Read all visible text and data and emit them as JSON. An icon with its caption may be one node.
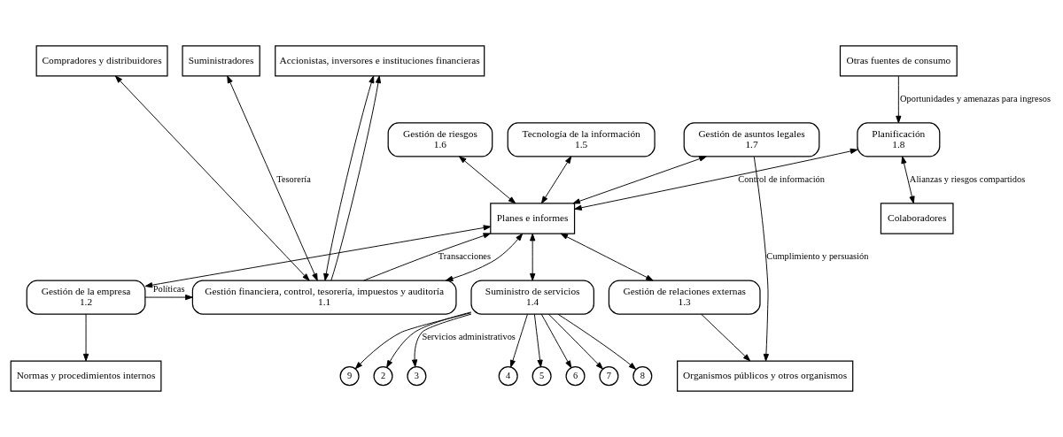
{
  "diagram": {
    "nodes": [
      {
        "text": [
          "Compradores y distribuidores"
        ]
      },
      {
        "text": [
          "Suministradores"
        ]
      },
      {
        "text": [
          "Accionistas, inversores e instituciones financieras"
        ]
      },
      {
        "text": [
          "Normas y procedimientos internos"
        ]
      },
      {
        "text": [
          "Organismos públicos y otros organismos"
        ]
      },
      {
        "text": [
          "2"
        ]
      },
      {
        "text": [
          "3"
        ]
      },
      {
        "text": [
          "4"
        ]
      },
      {
        "text": [
          "5"
        ]
      },
      {
        "text": [
          "6"
        ]
      },
      {
        "text": [
          "7"
        ]
      },
      {
        "text": [
          "8"
        ]
      },
      {
        "text": [
          "9"
        ]
      },
      {
        "text": [
          "Gestión financiera, control, tesorería, impuestos y auditoría",
          "1.1"
        ]
      },
      {
        "text": [
          "Gestión de la empresa",
          "1.2"
        ]
      },
      {
        "text": [
          "Gestión de relaciones externas",
          "1.3"
        ]
      },
      {
        "text": [
          "Suministro de servicios",
          "1.4"
        ]
      },
      {
        "text": [
          "Otras fuentes de consumo"
        ]
      },
      {
        "text": [
          "Tecnología de la información",
          "1.5"
        ]
      },
      {
        "text": [
          "Gestión de riesgos",
          "1.6"
        ]
      },
      {
        "text": [
          "Gestión de asuntos legales",
          "1.7"
        ]
      },
      {
        "text": [
          "Planificación",
          "1.8"
        ]
      },
      {
        "text": [
          "Colaboradores"
        ]
      },
      {
        "text": [
          "Planes e informes"
        ]
      }
    ],
    "edges": [
      {
        "from": 13,
        "to": 0,
        "arrow": "both"
      },
      {
        "from": 13,
        "to": 1,
        "arrow": "both",
        "label": "Tesorería"
      },
      {
        "from": 13,
        "to": 2,
        "arrow": "both"
      },
      {
        "from": 13,
        "to": 2,
        "arrow": "to"
      },
      {
        "from": 13,
        "to": 23,
        "arrow": "to",
        "label": "Transacciones"
      },
      {
        "from": 14,
        "to": 3,
        "arrow": "to"
      },
      {
        "from": 14,
        "to": 13,
        "arrow": "to",
        "label": "Políticas"
      },
      {
        "from": 15,
        "to": 4,
        "arrow": "to"
      },
      {
        "from": 20,
        "to": 4,
        "arrow": "to",
        "label": "Cumplimiento y persuasión"
      },
      {
        "from": 16,
        "to": 5,
        "arrow": "to"
      },
      {
        "from": 16,
        "to": 6,
        "arrow": "to",
        "label": "Servicios administrativos"
      },
      {
        "from": 16,
        "to": 7,
        "arrow": "to"
      },
      {
        "from": 16,
        "to": 8,
        "arrow": "to"
      },
      {
        "from": 16,
        "to": 9,
        "arrow": "to"
      },
      {
        "from": 16,
        "to": 10,
        "arrow": "to"
      },
      {
        "from": 16,
        "to": 11,
        "arrow": "to"
      },
      {
        "from": 16,
        "to": 12,
        "arrow": "to"
      },
      {
        "from": 23,
        "to": 13,
        "arrow": "both"
      },
      {
        "from": 23,
        "to": 14,
        "arrow": "both"
      },
      {
        "from": 23,
        "to": 15,
        "arrow": "both"
      },
      {
        "from": 23,
        "to": 16,
        "arrow": "both"
      },
      {
        "from": 23,
        "to": 18,
        "arrow": "both"
      },
      {
        "from": 23,
        "to": 19,
        "arrow": "both"
      },
      {
        "from": 23,
        "to": 20,
        "arrow": "both"
      },
      {
        "from": 23,
        "to": 21,
        "arrow": "both",
        "label": "Control de información"
      },
      {
        "from": 17,
        "to": 21,
        "arrow": "to",
        "label": "Oportunidades y amenazas para ingresos"
      },
      {
        "from": 21,
        "to": 22,
        "arrow": "both",
        "label": "Alianzas y riesgos compartidos"
      }
    ]
  }
}
